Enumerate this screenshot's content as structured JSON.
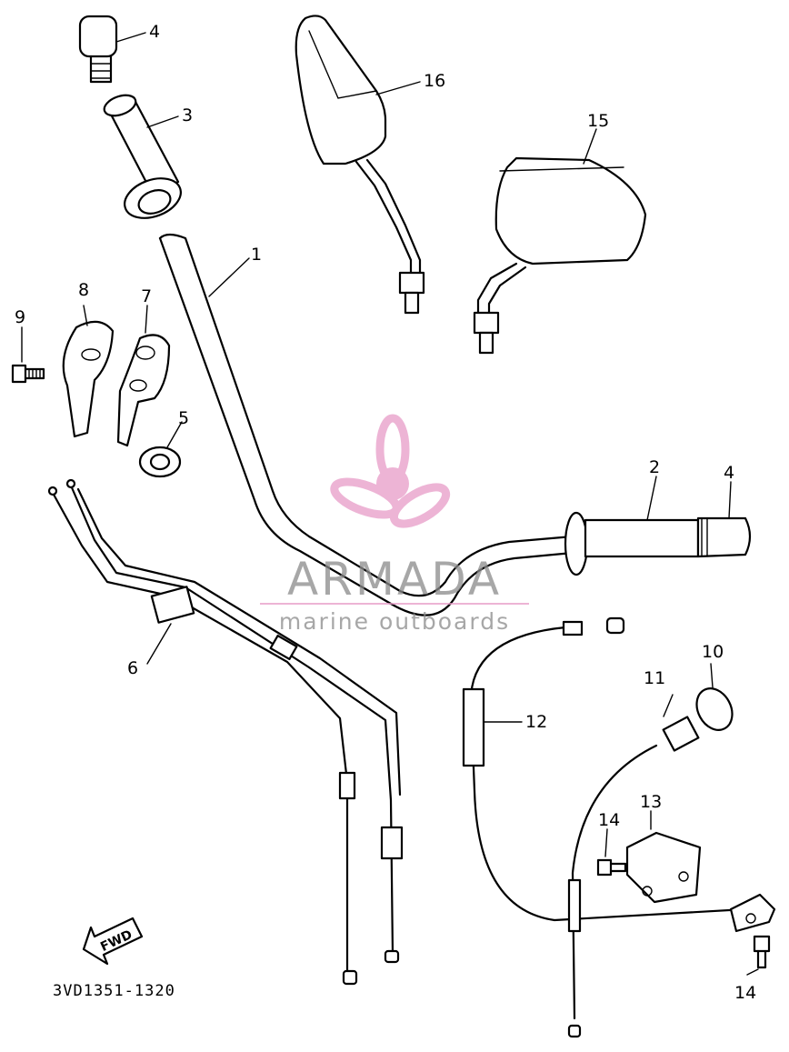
{
  "callouts": {
    "c1": "1",
    "c2": "2",
    "c3": "3",
    "c4a": "4",
    "c4b": "4",
    "c5": "5",
    "c6": "6",
    "c7": "7",
    "c8": "8",
    "c9": "9",
    "c10": "10",
    "c11": "11",
    "c12": "12",
    "c13": "13",
    "c14a": "14",
    "c14b": "14",
    "c15": "15",
    "c16": "16"
  },
  "diagram_code": "3VD1351-1320",
  "direction_label": "FWD",
  "watermark": {
    "title": "ARMADA",
    "subtitle": "marine outboards",
    "color": "#e79bc7",
    "text_color": "#8a8a8a",
    "icon": "propeller-icon"
  }
}
